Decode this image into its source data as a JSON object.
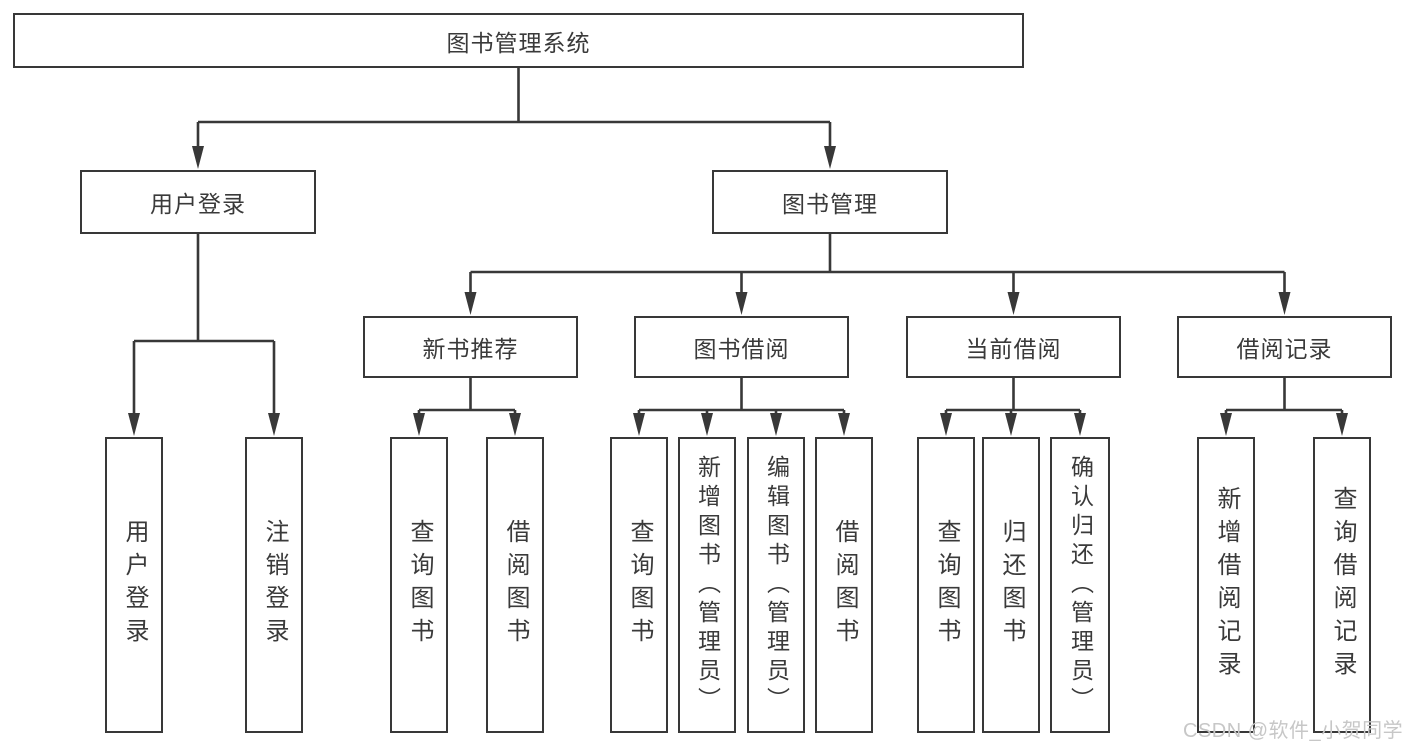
{
  "colors": {
    "line": "#383838",
    "border": "#383838",
    "text": "#3a3a3a",
    "watermark": "#c7c7c7",
    "background": "#ffffff"
  },
  "tree": {
    "root": {
      "label": "图书管理系统"
    },
    "branches": [
      {
        "label": "用户登录",
        "children": [
          "用户登录",
          "注销登录"
        ]
      },
      {
        "label": "图书管理",
        "sections": [
          {
            "label": "新书推荐",
            "children": [
              "查询图书",
              "借阅图书"
            ]
          },
          {
            "label": "图书借阅",
            "children": [
              "查询图书",
              "新增图书（管理员）",
              "编辑图书（管理员）",
              "借阅图书"
            ]
          },
          {
            "label": "当前借阅",
            "children": [
              "查询图书",
              "归还图书",
              "确认归还（管理员）"
            ]
          },
          {
            "label": "借阅记录",
            "children": [
              "新增借阅记录",
              "查询借阅记录"
            ]
          }
        ]
      }
    ]
  },
  "watermark": {
    "text": "CSDN @软件_小贺同学"
  }
}
